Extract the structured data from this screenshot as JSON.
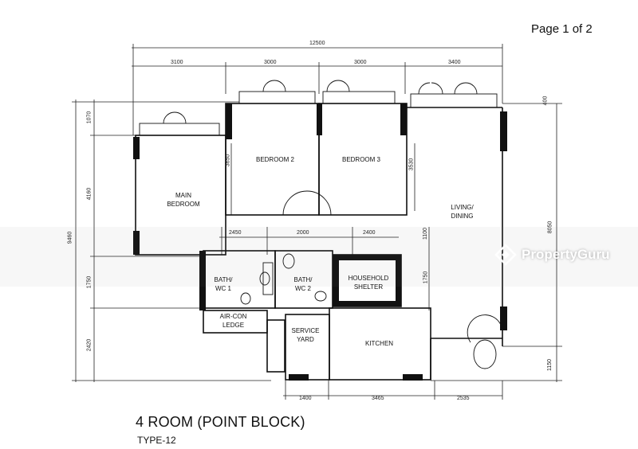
{
  "page": {
    "label": "Page 1 of 2"
  },
  "title": "4 ROOM (POINT BLOCK)",
  "subtitle": "TYPE-12",
  "watermark": {
    "text": "PropertyGuru"
  },
  "rooms": {
    "main_bedroom": "MAIN\nBEDROOM",
    "bedroom2": "BEDROOM 2",
    "bedroom3": "BEDROOM 3",
    "living": "LIVING/\nDINING",
    "bath1": "BATH/\nWC 1",
    "bath2": "BATH/\nWC 2",
    "shelter": "HOUSEHOLD\nSHELTER",
    "aircon": "AIR-CON\nLEDGE",
    "service": "SERVICE\nYARD",
    "kitchen": "KITCHEN"
  },
  "dimensions": {
    "top_total": "12500",
    "top_1": "3100",
    "top_2": "3000",
    "top_3": "3000",
    "top_4": "3400",
    "right_top": "400",
    "left_total": "9460",
    "left_1": "1070",
    "left_2": "4160",
    "left_3": "1750",
    "left_4": "2420",
    "bed2_height": "3650",
    "bed3_height": "3530",
    "corr_1": "2450",
    "corr_2": "2000",
    "corr_3": "2400",
    "corr_v1": "1100",
    "corr_v2": "1750",
    "right_1": "8050",
    "right_2": "1150",
    "bottom_1": "1400",
    "bottom_2": "3465",
    "bottom_3": "2535"
  }
}
